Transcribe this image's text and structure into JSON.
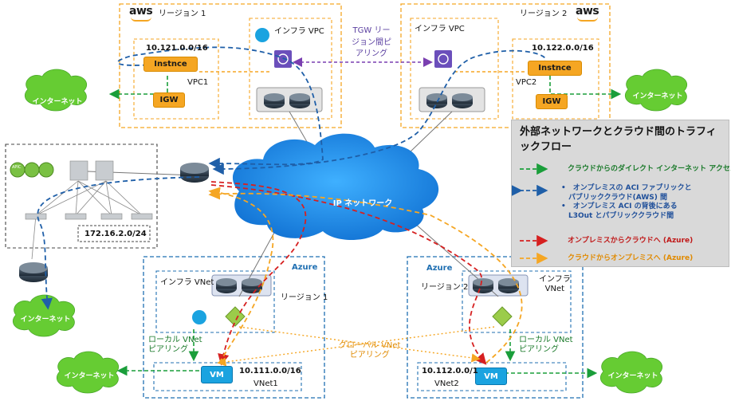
{
  "aws": {
    "logo": "aws",
    "region1": "リージョン 1",
    "region2": "リージョン 2",
    "infra_vpc_1": "インフラ VPC",
    "infra_vpc_2": "インフラ VPC",
    "vpc1_cidr": "10.121.0.0/16",
    "vpc2_cidr": "10.122.0.0/16",
    "instance": "Instnce",
    "igw": "IGW",
    "vpc1": "VPC1",
    "vpc2": "VPC2",
    "tgw_peering": [
      "TGW リー",
      "ジョン間ピ",
      "アリング"
    ]
  },
  "onprem": {
    "subnet": "172.16.2.0/24",
    "apic": "APIC"
  },
  "network": {
    "ip_network": "IP ネットワーク",
    "internet": "インターネット"
  },
  "azure": {
    "logo": "Azure",
    "infra_vnet_1": "インフラ VNet",
    "region1": "リージョン 1",
    "region2": "リージョン 2",
    "infra_vnet_2": [
      "インフラ",
      "VNet"
    ],
    "local_peering": [
      "ローカル VNet",
      "ピアリング"
    ],
    "global_peering": [
      "グローバル VNet",
      "ピアリング"
    ],
    "vm": "VM",
    "vnet1_cidr": "10.111.0.0/16",
    "vnet2_cidr": "10.112.0.0/1",
    "vnet1": "VNet1",
    "vnet2": "VNet2"
  },
  "legend": {
    "title": "外部ネットワークとクラウド間のトラフィックフロー",
    "items": [
      {
        "text": [
          "クラウドからのダイレクト インターネット アクセス"
        ],
        "color": "#1a9e3a",
        "text_color": "#1a7a2a"
      },
      {
        "text": [
          "•　オンプレミスの ACI ファブリックと",
          "　パブリッククラウド(AWS) 間",
          "•　オンプレミス ACI の背後にある",
          "　L3Out とパブリッククラウド間"
        ],
        "color": "#1f5fa8",
        "text_color": "#1f4f9a"
      },
      {
        "text": [
          "オンプレミスからクラウドへ (Azure)"
        ],
        "color": "#d62020",
        "text_color": "#c01818"
      },
      {
        "text": [
          "クラウドからオンプレミスへ (Azure)"
        ],
        "color": "#f5a623",
        "text_color": "#e08a00"
      }
    ]
  },
  "colors": {
    "aws_orange": "#f5a623",
    "azure_blue": "#1f6fb2",
    "cloud_blue": "#1e90ff",
    "green_cloud": "#66cc33"
  }
}
